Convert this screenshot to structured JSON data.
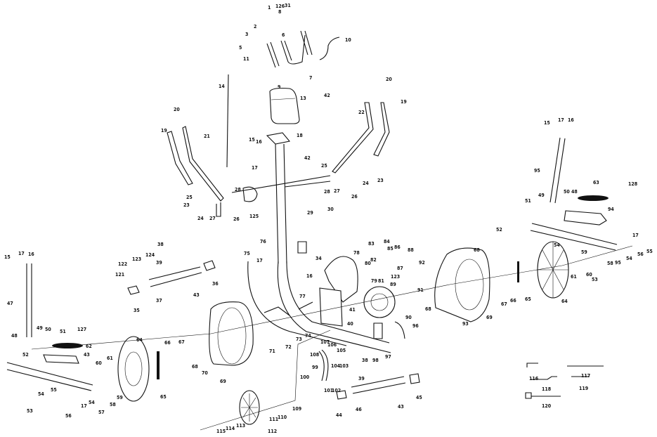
{
  "title": "Elliptical trainer exploded parts diagram",
  "part_labels": [
    "1",
    "126",
    "31",
    "2",
    "3",
    "8",
    "6",
    "5",
    "11",
    "9",
    "7",
    "42",
    "10",
    "13",
    "14",
    "20",
    "19",
    "21",
    "18",
    "15",
    "16",
    "17",
    "42",
    "25",
    "28",
    "28",
    "29",
    "30",
    "125",
    "26",
    "27",
    "24",
    "23",
    "25",
    "20",
    "22",
    "19",
    "24",
    "23",
    "27",
    "26",
    "15",
    "17",
    "16",
    "95",
    "51",
    "49",
    "50",
    "48",
    "63",
    "128",
    "94",
    "15",
    "17",
    "16",
    "47",
    "48",
    "49",
    "50",
    "51",
    "127",
    "62",
    "52",
    "43",
    "64",
    "60",
    "61",
    "66",
    "67",
    "65",
    "59",
    "58",
    "57",
    "55",
    "54",
    "17",
    "54",
    "56",
    "53",
    "38",
    "123",
    "124",
    "122",
    "121",
    "39",
    "36",
    "43",
    "37",
    "35",
    "76",
    "75",
    "17",
    "34",
    "16",
    "77",
    "70",
    "68",
    "69",
    "71",
    "72",
    "73",
    "74",
    "109",
    "110",
    "111",
    "112",
    "113",
    "114",
    "115",
    "107",
    "106",
    "108",
    "105",
    "104",
    "103",
    "99",
    "100",
    "101",
    "102",
    "83",
    "84",
    "85",
    "86",
    "88",
    "82",
    "80",
    "87",
    "123",
    "79",
    "81",
    "78",
    "89",
    "92",
    "91",
    "90",
    "41",
    "40",
    "96",
    "97",
    "98",
    "38",
    "39",
    "46",
    "43",
    "44",
    "45",
    "68",
    "68",
    "93",
    "69",
    "67",
    "66",
    "65",
    "64",
    "52",
    "54",
    "59",
    "61",
    "60",
    "53",
    "58",
    "95",
    "54",
    "56",
    "55",
    "17",
    "116",
    "117",
    "118",
    "119",
    "120"
  ]
}
